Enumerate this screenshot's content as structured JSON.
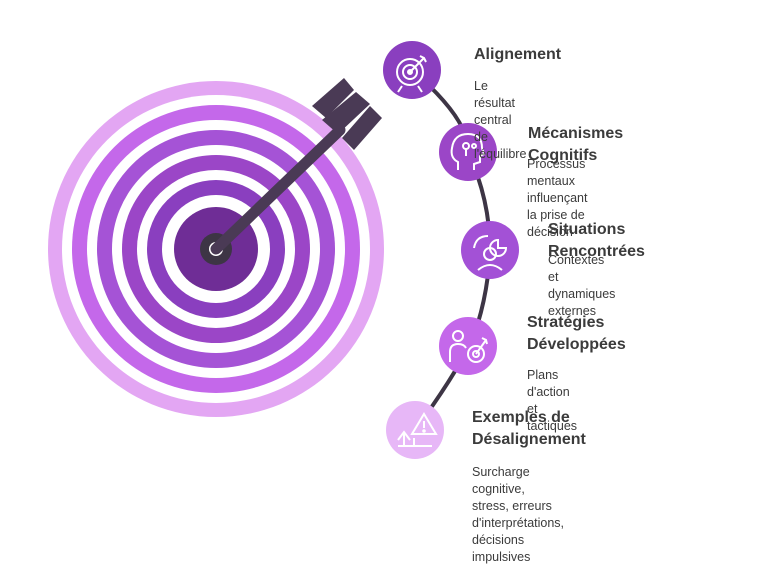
{
  "colors": {
    "ring_outer": "#e3a6f3",
    "ring_mid": "#c468ea",
    "ring_inner": "#9b46c7",
    "bullseye": "#6f2d96",
    "center": "#3d3545",
    "arrow": "#4a3a55",
    "node_dark": "#8a3fbf",
    "node_mid": "#a351d6",
    "node_light": "#e7b7f7",
    "connector": "#3d3545",
    "text": "#3b3b3b"
  },
  "items": [
    {
      "title": "Alignement",
      "description": "Le résultat central de l'équilibre",
      "icon": "target-icon"
    },
    {
      "title": "Mécanismes Cognitifs",
      "description": "Processus mentaux influençant\nla prise de décision",
      "icon": "head-brain-icon"
    },
    {
      "title": "Situations Rencontrées",
      "description": "Contextes et dynamiques\nexternes",
      "icon": "person-chart-icon"
    },
    {
      "title": "Stratégies\nDéveloppées",
      "description": "Plans d'action et tactiques",
      "icon": "person-target-icon"
    },
    {
      "title": "Exemples de\nDésalignement",
      "description": "Surcharge cognitive, stress, erreurs\nd'interprétations, décisions impulsives",
      "icon": "warning-scale-icon"
    }
  ]
}
